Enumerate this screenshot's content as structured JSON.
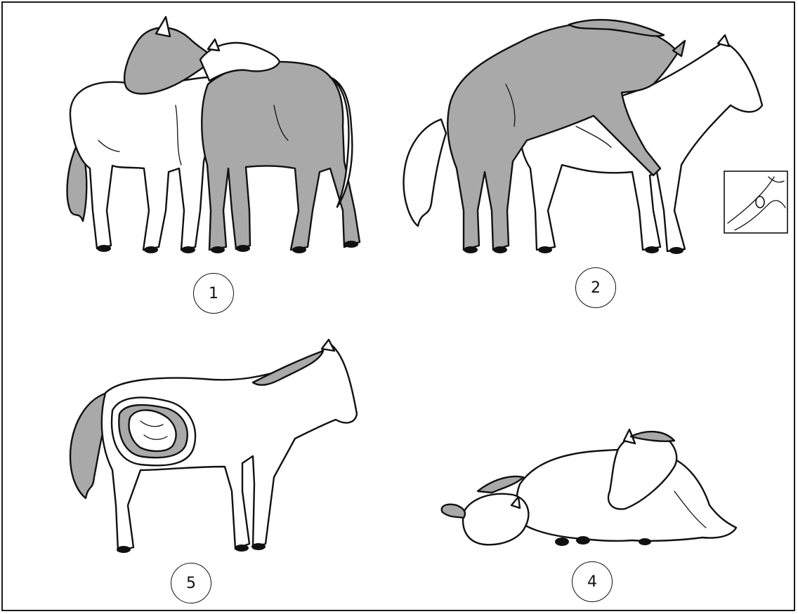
{
  "stages": [
    {
      "label": "1",
      "subject": "courtship-pair"
    },
    {
      "label": "2",
      "subject": "mating-pair"
    },
    {
      "label": "5",
      "subject": "pregnant-mare"
    },
    {
      "label": "4",
      "subject": "mare-with-foal"
    }
  ],
  "colors": {
    "outline": "#111111",
    "fill_grey": "#a9a9a9",
    "fill_white": "#ffffff",
    "frame": "#1a1a1a"
  }
}
